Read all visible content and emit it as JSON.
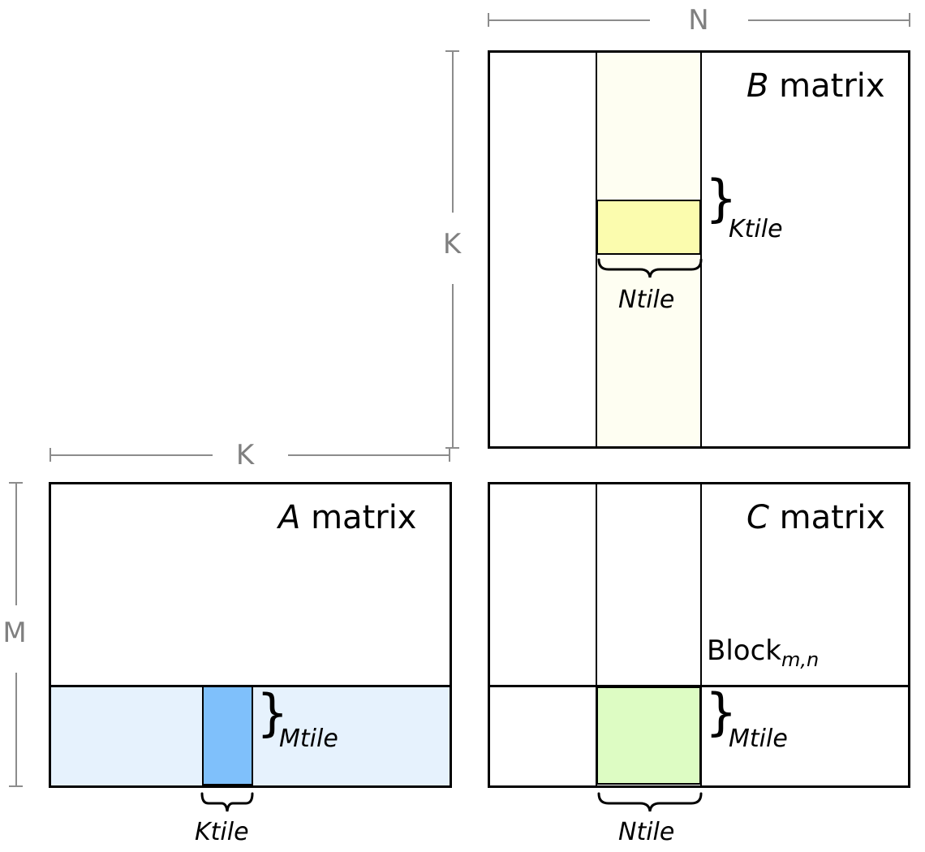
{
  "diagram": {
    "title": "Tiled matrix multiplication blocking diagram",
    "colors": {
      "outline": "#000000",
      "dimension_rule": "#8c8c8c",
      "dimension_label": "#808080",
      "a_band_light_blue": "#e6f2fd",
      "a_tile_blue": "#7fc0fb",
      "b_band_pale_yellow": "#fefef2",
      "b_tile_yellow": "#fbfcae",
      "c_tile_green": "#ddfcc3",
      "background": "#ffffff"
    }
  },
  "dimensions": {
    "n": "N",
    "k_vertical": "K",
    "k_horizontal": "K",
    "m": "M"
  },
  "matrices": {
    "b": {
      "title_italic": "B",
      "title_rest": " matrix",
      "ktile_label": "Ktile",
      "ntile_label": "Ntile",
      "brace_right": "}",
      "brace_bottom": "⏜"
    },
    "a": {
      "title_italic": "A",
      "title_rest": " matrix",
      "mtile_label": "Mtile",
      "ktile_label": "Ktile",
      "brace_right": "}",
      "brace_bottom": "⏜"
    },
    "c": {
      "title_italic": "C",
      "title_rest": " matrix",
      "block_label_main": "Block",
      "block_label_sub": "m,n",
      "mtile_label": "Mtile",
      "ntile_label": "Ntile",
      "brace_right": "}",
      "brace_bottom": "⏜"
    }
  }
}
